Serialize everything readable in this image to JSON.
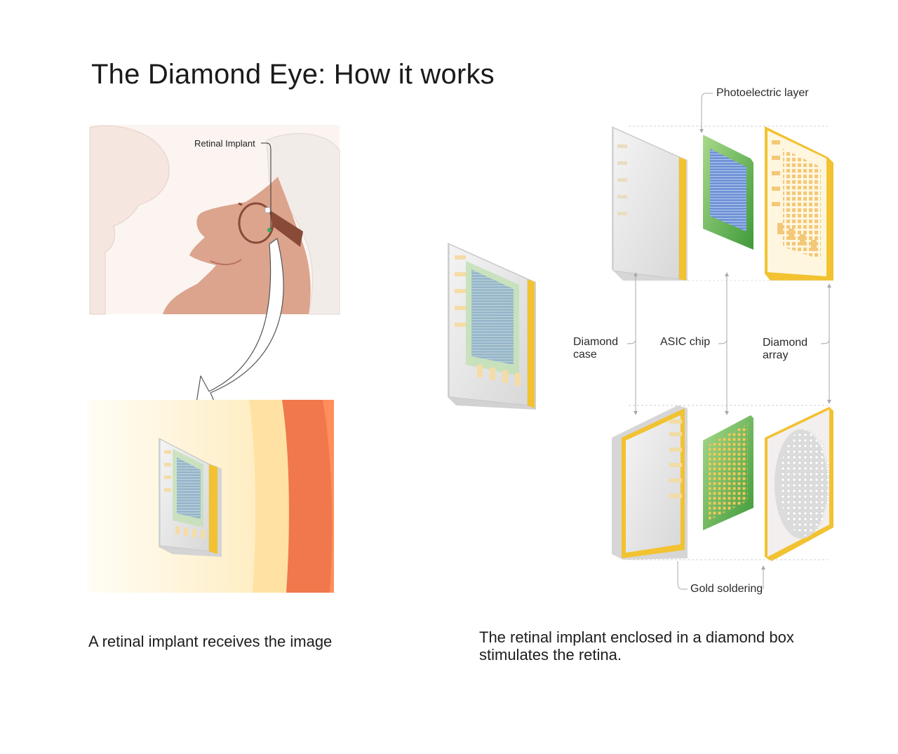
{
  "title": "The Diamond Eye: How it works",
  "captions": {
    "left": "A retinal implant receives the image",
    "right": "The retinal implant enclosed in a diamond box stimulates the retina."
  },
  "labels": {
    "retinal_implant": "Retinal Implant",
    "photoelectric_layer": "Photoelectric layer",
    "diamond_case": "Diamond case",
    "asic_chip": "ASIC chip",
    "diamond_array": "Diamond array",
    "gold_soldering": "Gold soldering"
  },
  "colors": {
    "gold": "#f2c230",
    "diamond": "#e6e6e6",
    "pcb_green": "#59a84a",
    "solar_blue": "#6f93d6",
    "retina_orange": "#f07a4d",
    "skin": "#d9957a"
  }
}
